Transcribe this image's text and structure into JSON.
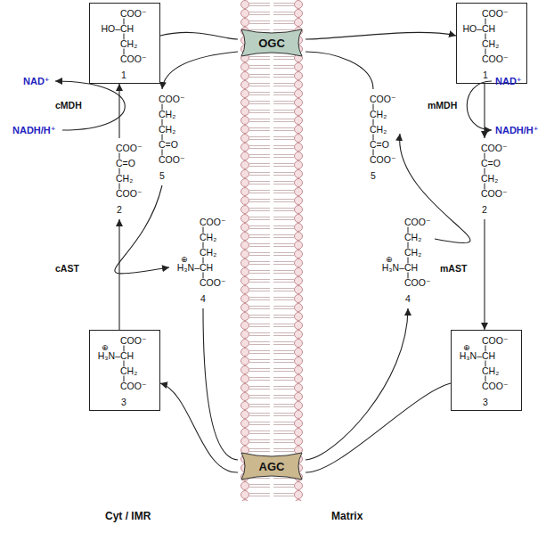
{
  "diagram": {
    "nodes": [
      {
        "text": [
          "COO⁻",
          "HO–CH",
          "CH₂",
          "COO⁻",
          "1"
        ]
      },
      {
        "text": [
          "OGC"
        ]
      },
      {
        "text": [
          "COO⁻",
          "HO–CH",
          "CH₂",
          "COO⁻",
          "1"
        ]
      },
      {
        "text": [
          "COO⁻",
          "CH₂",
          "CH₂",
          "C=O",
          "COO⁻",
          "5"
        ]
      },
      {
        "text": [
          "COO⁻",
          "CH₂",
          "CH₂",
          "C=O",
          "COO⁻",
          "5"
        ]
      },
      {
        "text": [
          "COO⁻",
          "C=O",
          "CH₂",
          "COO⁻",
          "2"
        ]
      },
      {
        "text": [
          "COO⁻",
          "C=O",
          "CH₂",
          "COO⁻",
          "2"
        ]
      },
      {
        "text": [
          "COO⁻",
          "CH₂",
          "CH₂",
          "⊕",
          "H₃N–CH",
          "COO⁻",
          "4"
        ]
      },
      {
        "text": [
          "COO⁻",
          "CH₂",
          "CH₂",
          "⊕",
          "H₃N–CH",
          "COO⁻",
          "4"
        ]
      },
      {
        "text": [
          "COO⁻",
          "⊕",
          "H₃N–CH",
          "CH₂",
          "COO⁻",
          "3"
        ]
      },
      {
        "text": [
          "AGC"
        ]
      },
      {
        "text": [
          "COO⁻",
          "⊕",
          "H₃N–CH",
          "CH₂",
          "COO⁻",
          "3"
        ]
      }
    ],
    "edges": [
      {
        "from": 0,
        "to": 1,
        "arrow": "none"
      },
      {
        "from": 1,
        "to": 2,
        "arrow": "to"
      },
      {
        "from": 4,
        "to": 1,
        "arrow": "none"
      },
      {
        "from": 1,
        "to": 3,
        "arrow": "to"
      },
      {
        "from": 5,
        "to": 0,
        "arrow": "to"
      },
      {
        "from": 2,
        "to": 6,
        "arrow": "to"
      },
      {
        "from": 9,
        "to": 5,
        "arrow": "to"
      },
      {
        "from": 3,
        "to": 7,
        "arrow": "to"
      },
      {
        "from": 6,
        "to": 11,
        "arrow": "to"
      },
      {
        "from": 8,
        "to": 4,
        "arrow": "to"
      },
      {
        "from": 7,
        "to": 10,
        "arrow": "none"
      },
      {
        "from": 10,
        "to": 8,
        "arrow": "to"
      },
      {
        "from": 11,
        "to": 10,
        "arrow": "none"
      },
      {
        "from": 10,
        "to": 9,
        "arrow": "to"
      }
    ],
    "labels": [
      "NAD⁺",
      "cMDH",
      "NADH/H⁺",
      "NAD⁺",
      "mMDH",
      "NADH/H⁺",
      "cAST",
      "mAST",
      "Cyt / IMR",
      "Matrix"
    ]
  }
}
